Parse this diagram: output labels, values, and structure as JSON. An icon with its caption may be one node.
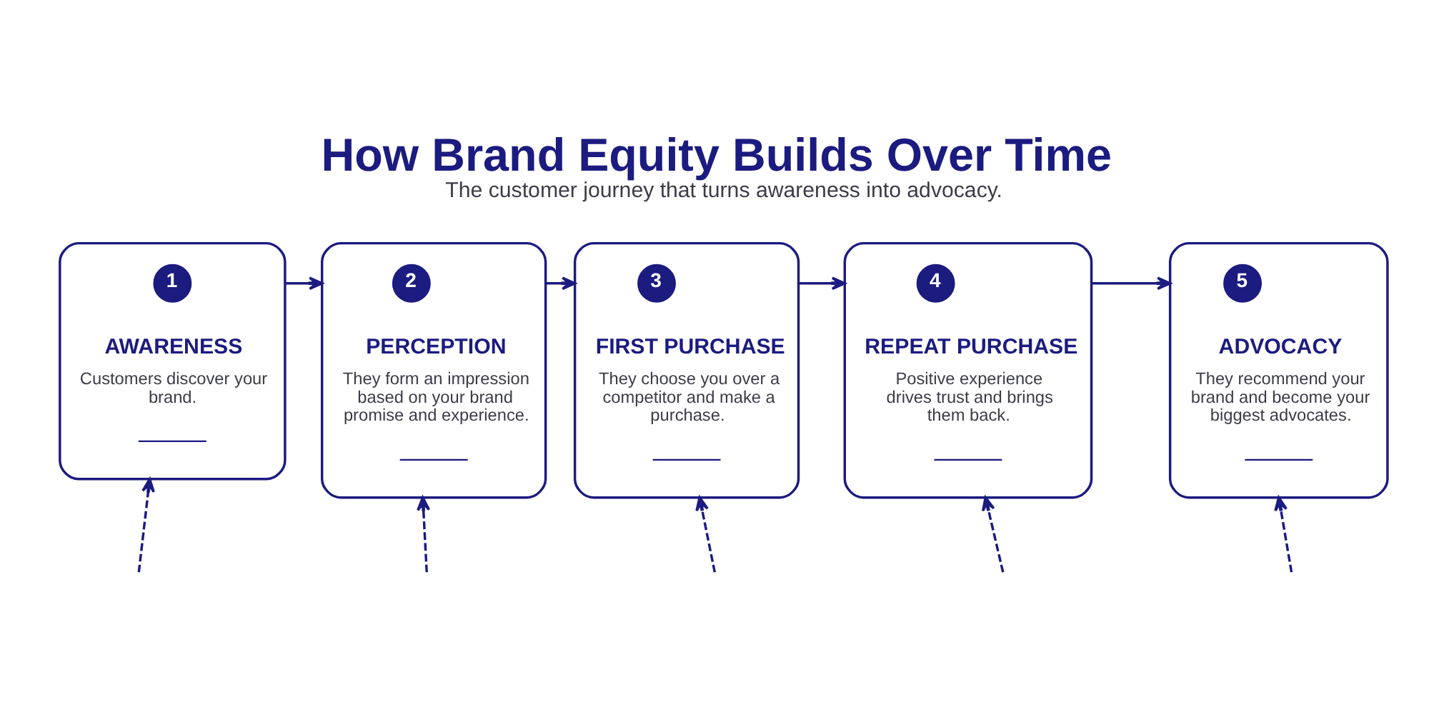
{
  "diagram": {
    "title": "How Brand Equity Builds Over Time",
    "caption": "The customer journey that turns awareness into advocacy.",
    "nodes": [
      {
        "text": [
          "AWARENESS",
          "Customers discover your brand."
        ]
      },
      {
        "text": [
          "1"
        ],
        "in": 0
      },
      {
        "text": [
          "PERCEPTION",
          "They form an impression based on your brand promise and experience."
        ]
      },
      {
        "text": [
          "2"
        ],
        "in": 2
      },
      {
        "text": [
          "FIRST PURCHASE",
          "They choose you over a competitor and make a purchase."
        ]
      },
      {
        "text": [
          "3"
        ],
        "in": 4
      },
      {
        "text": [
          "REPEAT PURCHASE",
          "Positive experience drives trust and brings them back."
        ]
      },
      {
        "text": [
          "4"
        ],
        "in": 6
      },
      {
        "text": [
          "ADVOCACY",
          "They recommend your brand and become your biggest advocates."
        ]
      },
      {
        "text": [
          "5"
        ],
        "in": 8
      }
    ],
    "edges": [
      {
        "from": 0,
        "to": 2,
        "arrow": "to"
      },
      {
        "from": 2,
        "to": 4,
        "arrow": "to"
      },
      {
        "from": 4,
        "to": 6,
        "arrow": "to"
      },
      {
        "from": 6,
        "to": 8,
        "arrow": "to"
      },
      {
        "from": null,
        "to": 0,
        "arrow": "to",
        "style": "dashed"
      },
      {
        "from": null,
        "to": 2,
        "arrow": "to",
        "style": "dashed"
      },
      {
        "from": null,
        "to": 4,
        "arrow": "to",
        "style": "dashed"
      },
      {
        "from": null,
        "to": 6,
        "arrow": "to",
        "style": "dashed"
      },
      {
        "from": null,
        "to": 8,
        "arrow": "to",
        "style": "dashed"
      }
    ]
  }
}
